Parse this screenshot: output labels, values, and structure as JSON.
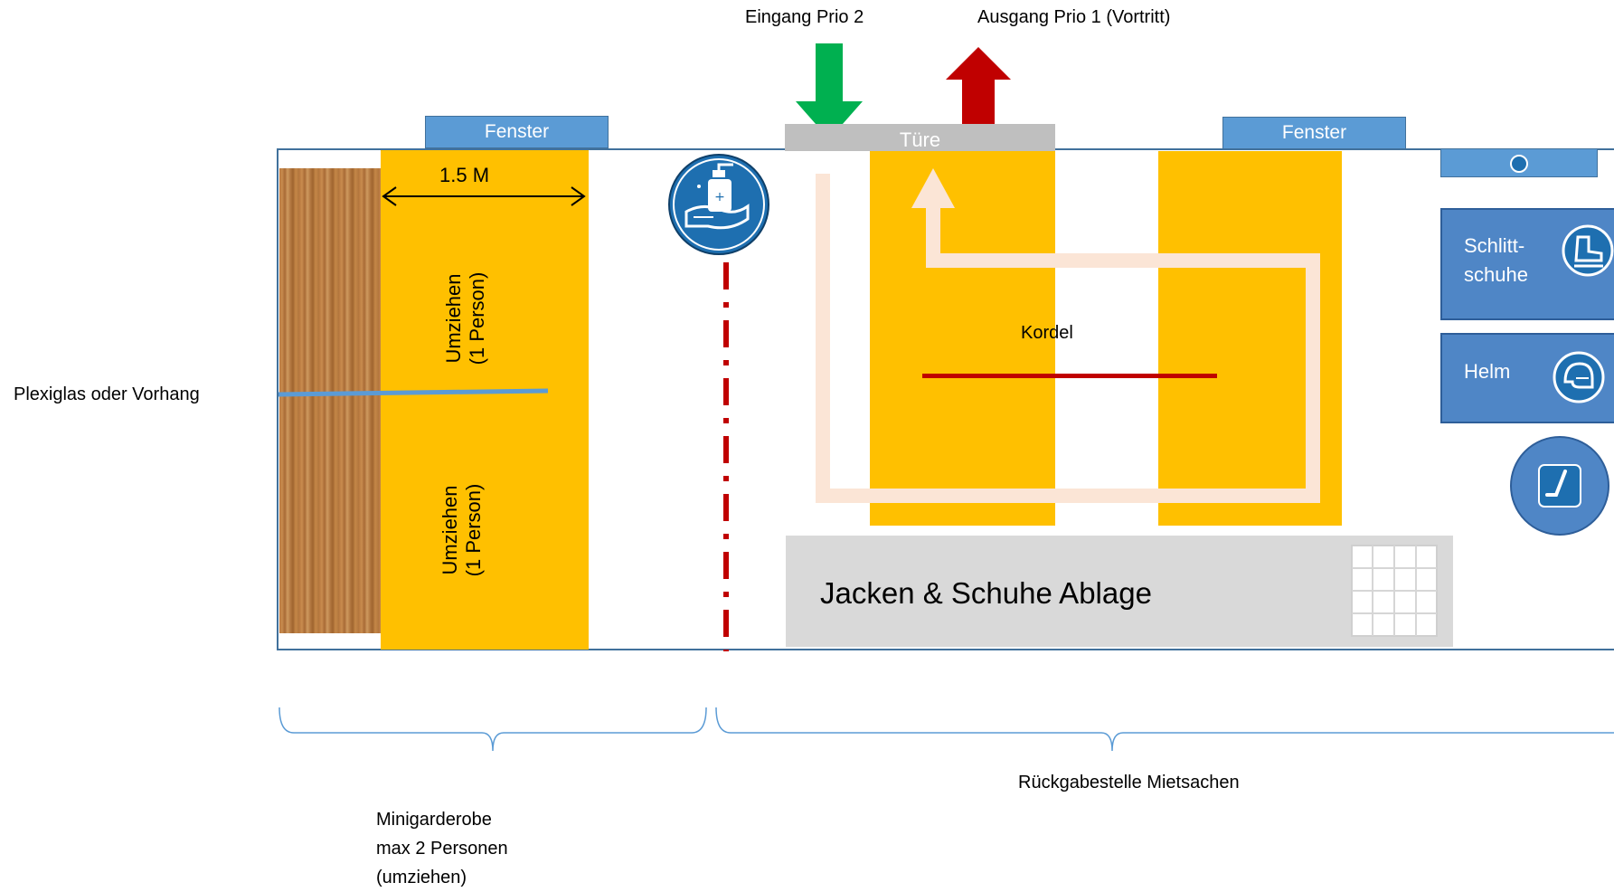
{
  "top_labels": {
    "entrance": "Eingang Prio 2",
    "exit": "Ausgang Prio 1 (Vortritt)"
  },
  "windows": [
    "Fenster",
    "Fenster"
  ],
  "door": "Türe",
  "left_room": {
    "width_label": "1.5 M",
    "booth_top": [
      "Umziehen",
      "(1 Person)"
    ],
    "booth_bottom": [
      "Umziehen",
      "(1 Person)"
    ]
  },
  "divider_label": "Plexiglas oder Vorhang",
  "cord_label": "Kordel",
  "shelf_label": "Jacken & Schuhe Ablage",
  "right_panel": {
    "skates": [
      "Schlitt-",
      "schuhe"
    ],
    "helmet": "Helm"
  },
  "bottom": {
    "left_caption": [
      "Minigarderobe",
      "max 2 Personen",
      "(umziehen)"
    ],
    "right_caption": "Rückgabestelle Mietsachen"
  },
  "colors": {
    "booth": "#FFC000",
    "window": "#5B9BD5",
    "entrance_arrow": "#00B050",
    "exit_arrow": "#C00000",
    "cord": "#C00000",
    "shelf": "#D9D9D9",
    "path": "#FBE5D6"
  },
  "icons": [
    "hand-sanitizer-icon",
    "skate-icon",
    "helmet-icon",
    "hockey-stick-icon",
    "shelf-unit-icon"
  ]
}
